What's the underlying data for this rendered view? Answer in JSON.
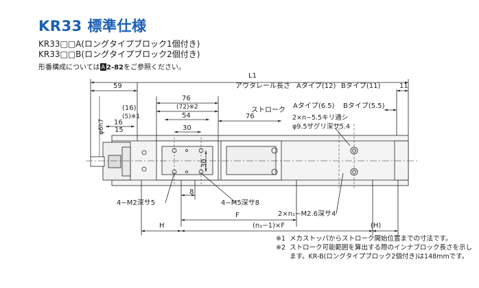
{
  "header": {
    "title": "KR33 標準仕様",
    "variant_a": "KR33□□A(ロングタイプブロック1個付き)",
    "variant_b": "KR33□□B(ロングタイプブロック2個付き)",
    "ref_prefix": "形番構成については",
    "ref_badge": "A",
    "ref_page": "2-82",
    "ref_suffix": "をご参照ください。"
  },
  "drawing": {
    "L1": "L1",
    "d59": "59",
    "rail_len": "アウタレール長さ",
    "a_type_12": "Aタイプ(12)",
    "b_type_11": "Bタイプ(11)",
    "d11": "11",
    "d76a": "76",
    "d72": "(72)※2",
    "d54": "54",
    "d30": "30",
    "d16p": "(16)",
    "d5": "(5)※1",
    "d16": "16",
    "d15": "15",
    "phi6h7": "φ6h7",
    "stroke": "ストローク",
    "d76b": "76",
    "a_type_65": "Aタイプ(6.5)",
    "b_type_55": "Bタイプ(5.5)",
    "hole1": "2×n−5.5キリ通シ",
    "hole2": "φ9.5ザグリ深サ5.4",
    "d30v": "30",
    "d8": "8",
    "m2": "4−M2深サ5",
    "m5": "4−M5深サ8",
    "m26": "2×n₁−M2.6深サ4",
    "F": "F",
    "H": "H",
    "n1F": "(n₁−1)×F",
    "Hp": "(H)"
  },
  "footnotes": [
    {
      "mark": "※1",
      "text": "メカストッパからストローク開始位置までの寸法です。"
    },
    {
      "mark": "※2",
      "text": "ストローク可能範囲を算出する際のインナブロック長さを示します。KR-B(ロングタイプブロック2個付き)は148mmです。"
    }
  ],
  "colors": {
    "title": "#1a5fb4",
    "line": "#222222",
    "fill": "#f4f4f4"
  }
}
